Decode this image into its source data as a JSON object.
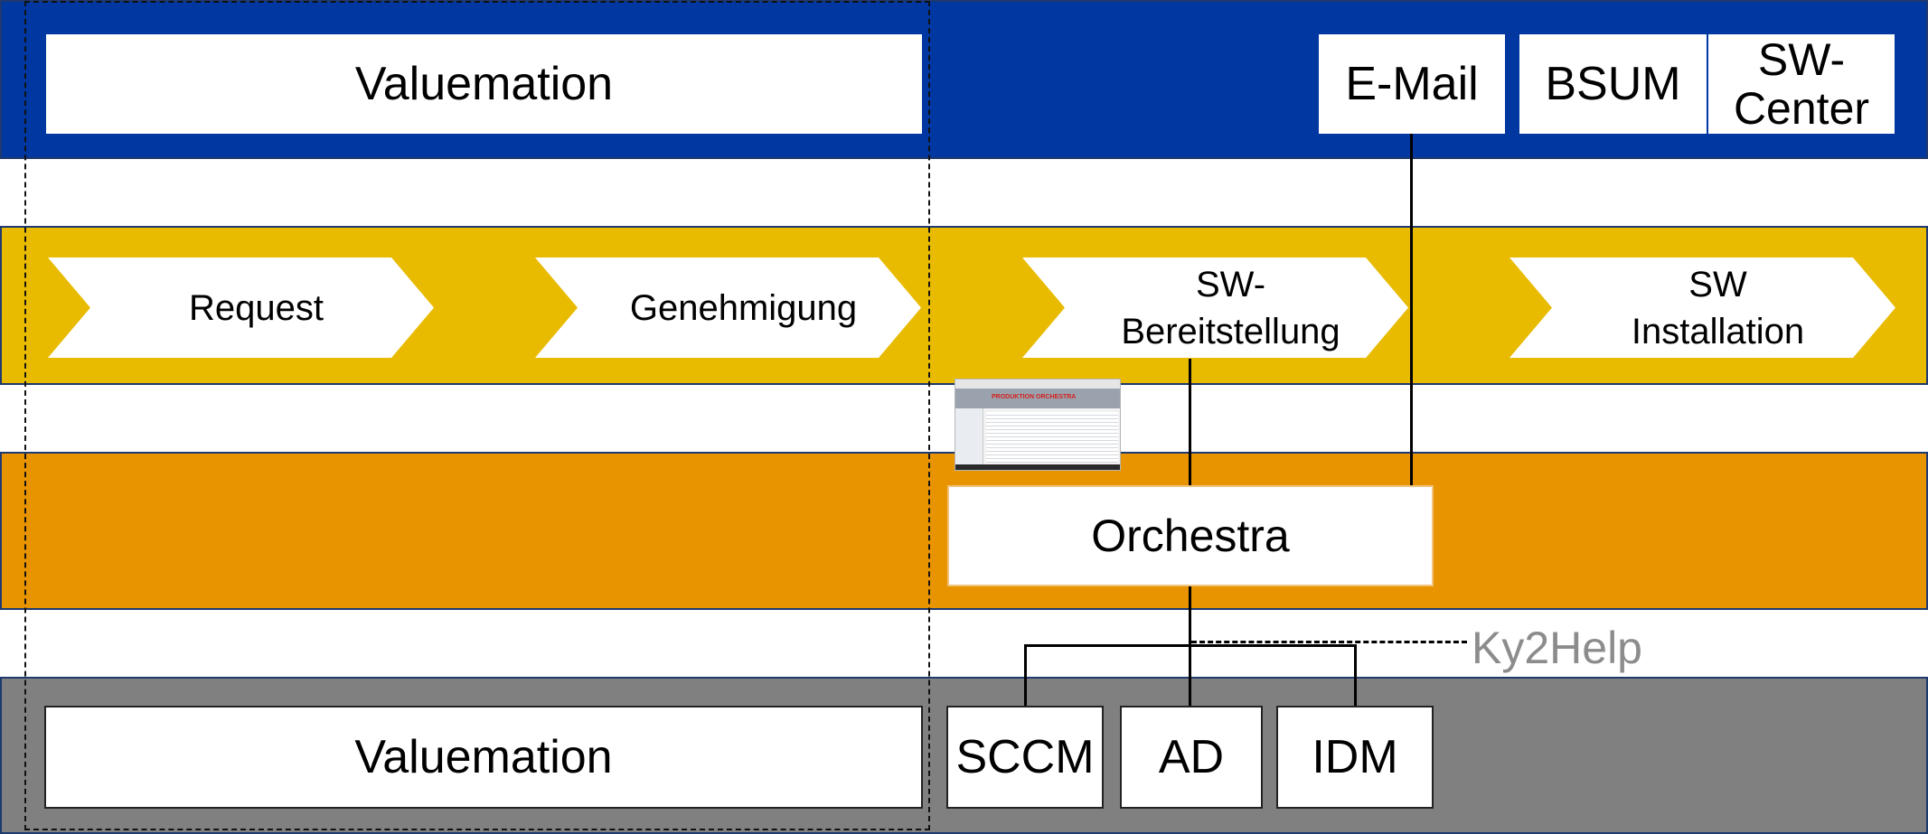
{
  "bands": {
    "top_color": "#0037a0",
    "process_color": "#e8bb00",
    "orchestration_color": "#e89400",
    "bottom_color": "#808080"
  },
  "top_row": {
    "valuemation": "Valuemation",
    "email": "E-Mail",
    "bsum": "BSUM",
    "sw_center_line1": "SW-",
    "sw_center_line2": "Center"
  },
  "process_steps": [
    {
      "line1": "Request",
      "line2": ""
    },
    {
      "line1": "Genehmigung",
      "line2": ""
    },
    {
      "line1": "SW-",
      "line2": "Bereitstellung"
    },
    {
      "line1": "SW",
      "line2": "Installation"
    }
  ],
  "orchestration": {
    "orchestra": "Orchestra",
    "thumbnail_banner": "PRODUKTION ORCHESTRA"
  },
  "annotation": {
    "ky2help": "Ky2Help",
    "color": "#8c8c8c"
  },
  "bottom_row": {
    "valuemation": "Valuemation",
    "sccm": "SCCM",
    "ad": "AD",
    "idm": "IDM"
  }
}
